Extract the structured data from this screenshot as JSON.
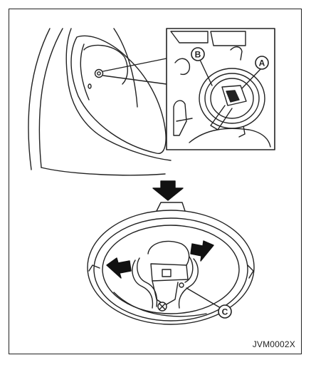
{
  "figure": {
    "code": "JVM0002X",
    "callouts": {
      "a": "A",
      "b": "B",
      "c": "C"
    },
    "colors": {
      "line": "#222222",
      "fill": "#ffffff",
      "arrow": "#111111"
    }
  }
}
